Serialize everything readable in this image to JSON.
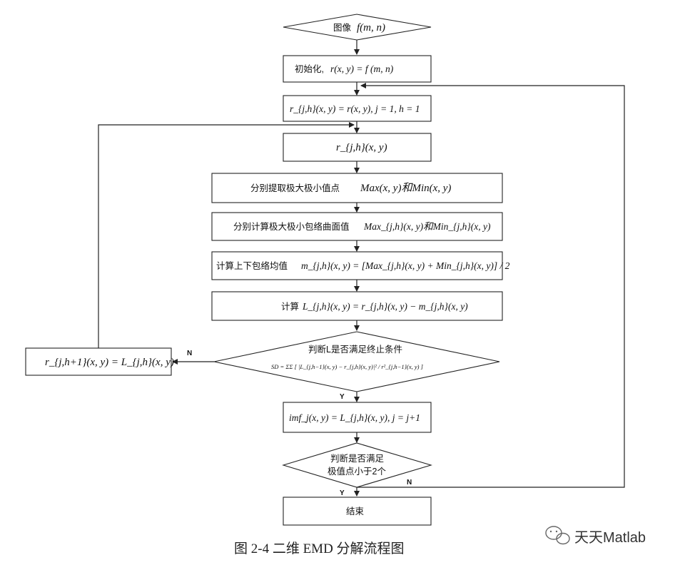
{
  "nodes": {
    "start": {
      "label": "图像",
      "math": "f(m, n)"
    },
    "init": {
      "label": "初始化,",
      "math": "r(x, y) = f (m, n)"
    },
    "set": {
      "math": "r_{j,h}(x, y) = r(x, y), j = 1, h = 1"
    },
    "rjh": {
      "math": "r_{j,h}(x, y)"
    },
    "extract": {
      "label": "分别提取极大极小值点",
      "math": "Max(x, y)和Min(x, y)"
    },
    "envelope": {
      "label": "分别计算极大极小包络曲面值",
      "math": "Max_{j,h}(x, y)和Min_{j,h}(x, y)"
    },
    "mean": {
      "label": "计算上下包络均值",
      "math": "m_{j,h}(x, y) = [Max_{j,h}(x, y) + Min_{j,h}(x, y)] / 2"
    },
    "calc": {
      "label": "计算",
      "math": "L_{j,h}(x, y) = r_{j,h}(x, y) − m_{j,h}(x, y)"
    },
    "judge1": {
      "label": "判断L是否满足终止条件",
      "math": "SD = ΣΣ [ |L_{j,h−1}(x, y) − r_{j,h}(x, y)|² / r²_{j,h−1}(x, y) ]"
    },
    "update": {
      "math": "r_{j,h+1}(x, y) = L_{j,h}(x, y)"
    },
    "imf": {
      "math": "imf_j(x, y) = L_{j,h}(x, y), j = j+1"
    },
    "judge2": {
      "label_line1": "判断是否满足",
      "label_line2": "极值点小于2个"
    },
    "end": {
      "label": "结束"
    }
  },
  "edge_labels": {
    "n1": "N",
    "y1": "Y",
    "y2": "Y",
    "n2": "N"
  },
  "caption": "图 2-4  二维 EMD 分解流程图",
  "watermark": "天天Matlab",
  "watermark_icon": "wechat-icon",
  "colors": {
    "line": "#222222",
    "text": "#111111",
    "background": "#ffffff"
  }
}
